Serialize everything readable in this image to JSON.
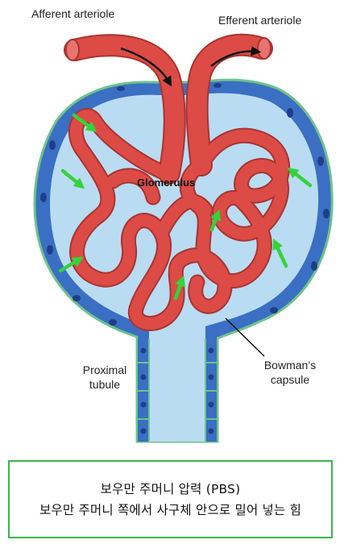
{
  "labels": {
    "afferent": "Afferent arteriole",
    "efferent": "Efferent arteriole",
    "glomerulus": "Glomerulus",
    "proximal_line1": "Proximal",
    "proximal_line2": "tubule",
    "bowman_line1": "Bowman’s",
    "bowman_line2": "capsule"
  },
  "caption": {
    "line1": "보우만 주머니 압력 (PBS)",
    "line2": "보우만 주머니 쪽에서 사구체 안으로 밀어 넣는 힘"
  },
  "colors": {
    "capsule_fill": "#b9dcf3",
    "capsule_wall": "#3a6fc4",
    "outline": "#6ec38a",
    "vessel": "#dc4b45",
    "vessel_dark": "#a93430",
    "arrow": "#34d33a",
    "border": "#3bb54a"
  }
}
